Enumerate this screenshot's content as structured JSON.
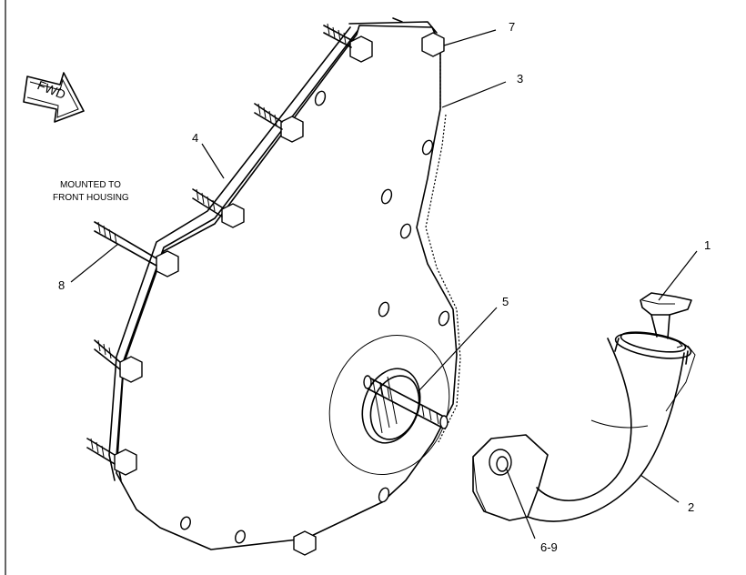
{
  "callouts": {
    "c1": "1",
    "c2": "2",
    "c3": "3",
    "c4": "4",
    "c5": "5",
    "c6_9": "6-9",
    "c7": "7",
    "c8": "8"
  },
  "note": {
    "line1": "MOUNTED TO",
    "line2": "FRONT HOUSING"
  },
  "fwd_arrow": {
    "label": "FWD"
  }
}
